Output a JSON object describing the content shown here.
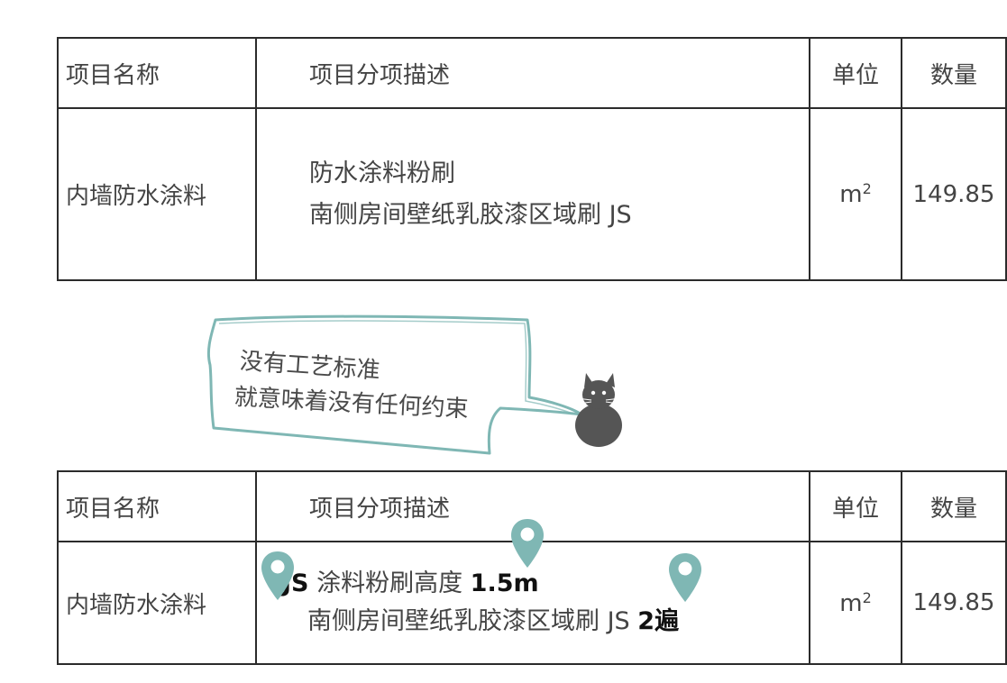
{
  "table1": {
    "header": {
      "name": "项目名称",
      "desc": "项目分项描述",
      "unit": "单位",
      "qty": "数量"
    },
    "row": {
      "name": "内墙防水涂料",
      "desc_line1": "防水涂料粉刷",
      "desc_line2": "南侧房间壁纸乳胶漆区域刷 JS",
      "unit_base": "m",
      "unit_sup": "2",
      "qty": "149.85"
    }
  },
  "bubble": {
    "line1": "没有工艺标准",
    "line2": "就意味着没有任何约束"
  },
  "table2": {
    "header": {
      "name": "项目名称",
      "desc": "项目分项描述",
      "unit": "单位",
      "qty": "数量"
    },
    "row": {
      "name": "内墙防水涂料",
      "line1_js": "JS",
      "line1_text": " 涂料粉刷高度 ",
      "line1_height": "1.5m",
      "line2_text": "南侧房间壁纸乳胶漆区域刷 JS ",
      "line2_times": "2遍",
      "unit_base": "m",
      "unit_sup": "2",
      "qty": "149.85"
    }
  },
  "colors": {
    "pin": "#7fb7b4",
    "bubble_stroke": "#7fb7b4",
    "cat": "#555555"
  },
  "icons": [
    "location-pin-icon",
    "cat-icon",
    "speech-bubble"
  ]
}
